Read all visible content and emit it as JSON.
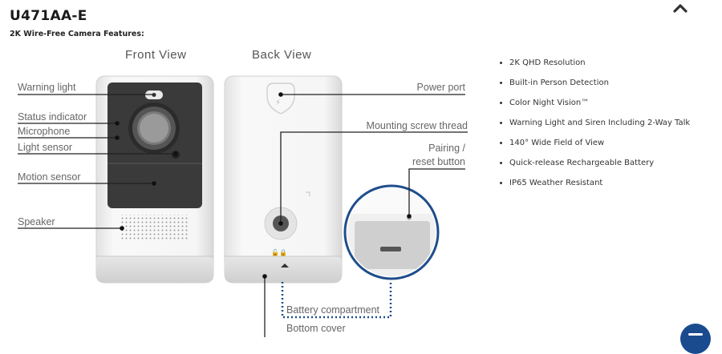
{
  "header": {
    "title": "U471AA-E",
    "subtitle": "2K Wire-Free Camera Features:"
  },
  "views": {
    "front": "Front View",
    "back": "Back View"
  },
  "front_labels": {
    "warning_light": "Warning light",
    "status_indicator": "Status indicator",
    "microphone": "Microphone",
    "light_sensor": "Light sensor",
    "motion_sensor": "Motion sensor",
    "speaker": "Speaker"
  },
  "back_labels": {
    "power_port": "Power port",
    "mounting_thread": "Mounting screw thread",
    "pairing_line1": "Pairing /",
    "pairing_line2": "reset button",
    "battery": "Battery compartment",
    "bottom_cover": "Bottom cover"
  },
  "features": [
    "2K QHD Resolution",
    "Built-in Person Detection",
    "Color Night Vision™",
    "Warning Light and Siren Including 2-Way Talk",
    "140° Wide Field of View",
    "Quick-release Rechargeable Battery",
    "IP65 Weather Resistant"
  ],
  "colors": {
    "accent_blue": "#1a4b8f",
    "dotted_blue": "#1f4e8c",
    "camera_face": "#3a3a3a"
  },
  "icons": {
    "collapse": "chevron-up-icon",
    "chat": "chat-icon"
  }
}
